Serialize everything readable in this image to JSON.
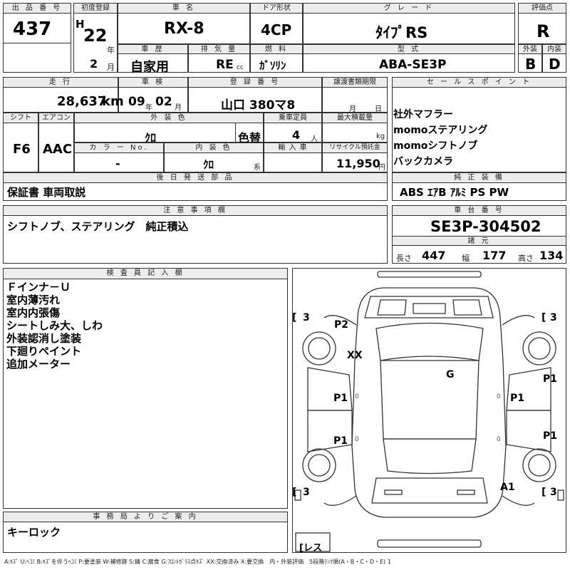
{
  "head": {
    "lot_label": "出 品 番 号",
    "lot": "437",
    "first_reg_label": "初度登録",
    "era": "H",
    "year": "22",
    "year_unit": "年",
    "month": "2",
    "month_unit": "月",
    "car_name_label": "車 名",
    "car_name": "RX-8",
    "door_label": "ドア形状",
    "door": "4CP",
    "grade_label": "グ レ ー ド",
    "grade": "ﾀｲﾌﾟRS",
    "score_label": "評価点",
    "score": "R",
    "history_label": "車 歴",
    "history": "自家用",
    "displacement_label": "排 気 量",
    "displacement": "RE",
    "displacement_unit": "cc",
    "fuel_label": "燃 料",
    "fuel": "ｶﾞｿﾘﾝ",
    "model_label": "型 式",
    "model": "ABA-SE3P",
    "exterior_label": "外装",
    "exterior": "B",
    "interior_label": "内装",
    "interior": "D"
  },
  "row2": {
    "mileage_label": "走 行",
    "mileage": "28,637",
    "mileage_unit": "km",
    "inspection_label": "車 検",
    "insp_year": "09",
    "insp_year_unit": "年",
    "insp_month": "02",
    "insp_month_unit": "月",
    "plate_label": "登 録 番 号",
    "plate": "山口 380マ8",
    "transfer_label": "譲渡書類期限",
    "transfer_month_unit": "月",
    "transfer_day_unit": "日",
    "sales_label": "セ ー ル ス ポ イ ン ト",
    "sales_points": [
      "社外マフラー",
      "momoステアリング",
      "momoシフトノブ",
      "バックカメラ"
    ],
    "shift_label": "シフト",
    "shift": "F6",
    "ac_label": "エアコン",
    "ac": "AAC",
    "color_label": "外 装 色",
    "color": "ｸﾛ",
    "color_change": "色替",
    "capacity_label": "乗車定員",
    "capacity": "4",
    "capacity_unit": "人",
    "load_label": "最大積載量",
    "load_unit": "kg",
    "color_no_label": "カ ラ ー No.",
    "color_no": "-",
    "int_color_label": "内 装 色",
    "int_color": "ｸﾛ",
    "int_color_unit": "系",
    "import_label": "輸 入 車",
    "recycle_label": "リサイクル預託金",
    "recycle": "11,950",
    "recycle_unit": "円",
    "later_label": "後 日 発 送 部 品",
    "later": "保証書 車両取説",
    "equip_label": "純 正 装 備",
    "equip": "ABS ｴｱB ｱﾙﾐ PS PW"
  },
  "notes": {
    "label": "注 意 事 項 欄",
    "text": "シフトノブ、ステアリング　純正積込"
  },
  "chassis": {
    "label": "車 台 番 号",
    "number": "SE3P-304502",
    "spec_label": "諸 元",
    "length_label": "長さ",
    "length": "447",
    "width_label": "幅",
    "width": "177",
    "height_label": "高さ",
    "height": "134"
  },
  "inspector": {
    "label": "検 査 員 記 入 欄",
    "items": [
      "Ｆインナ－Ｕ",
      "室内薄汚れ",
      "室内内張傷",
      "シートしみ大、しわ",
      "外装認消し塗装",
      "下廻りペイント",
      "追加メーター"
    ]
  },
  "diagram": {
    "marks": [
      "P2",
      "XX",
      "G",
      "P1",
      "P1",
      "P1",
      "P1",
      "P1",
      "A1"
    ],
    "bracket_open": "[",
    "tire_depth": "3",
    "spare": "[レス",
    "tiny_mark": "0"
  },
  "office": {
    "label": "事 務 局 よ り ご 案 内",
    "text": "キーロック"
  },
  "legend": "A:ｷｽﾞ U:ﾍｺﾐ B:ｷｽﾞを伴うﾍｺﾐ P:要塗装 W:補修跡 S:錆 C:腐食 G:ﾌﾛﾝﾄｶﾞﾗｽ点ｷｽﾞ XX:交換済み X:要交換　内・外装評価　5段階ﾗﾝｸ順(A・B・C・D・E) 1"
}
